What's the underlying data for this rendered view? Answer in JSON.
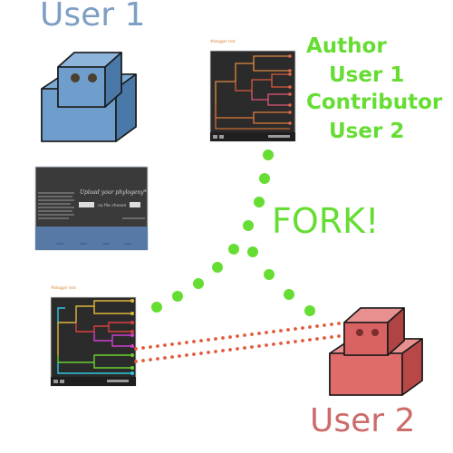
{
  "user1": {
    "label": "User 1"
  },
  "user2": {
    "label": "User 2"
  },
  "fork": {
    "label": "FORK!"
  },
  "roles": {
    "author": "Author",
    "author_user": "User 1",
    "contributor": "Contributor",
    "contributor_user": "User 2"
  },
  "colors": {
    "user1_robot": "#6fa0cf",
    "user2_robot": "#e06b6b",
    "fork_dots": "#66dd33",
    "link_dots": "#e05a3a",
    "panel_bg": "#2d2d2d"
  }
}
